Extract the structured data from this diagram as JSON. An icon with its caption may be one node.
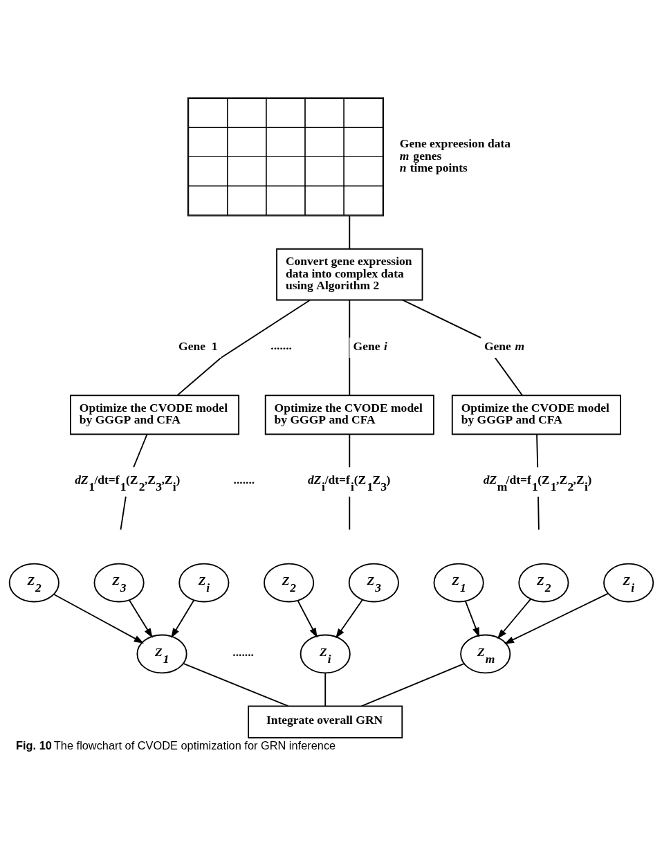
{
  "diagram": {
    "caption": "**Fig. 10** The flowchart of CVODE optimization for GRN inference",
    "nodes": [
      {
        "text": [],
        "shape": "table",
        "beside": [
          "Gene expreesion data",
          "*m* genes",
          "*n* time points"
        ]
      },
      {
        "text": [
          "Convert gene expression data into complex data using Algorithm 2"
        ]
      },
      {
        "text": [
          "Optimize the CVODE model by GGGP and CFA"
        ]
      },
      {
        "text": [
          "Optimize the CVODE model by GGGP and CFA"
        ]
      },
      {
        "text": [
          "Optimize the CVODE model by GGGP and CFA"
        ]
      },
      {
        "text": [
          "*dZ*$_{1}$/dt=f$_{1}$(Z$_{2}$,Z$_{3}$,Z$_{i}$)"
        ]
      },
      {
        "text": [
          "*dZ*$_{i}$/dt=f$_{i}$(Z$_{1}$Z$_{3}$)"
        ]
      },
      {
        "text": [
          "*dZ*$_{m}$/dt=f$_{1}$(Z$_{1}$,Z$_{2}$,Z$_{i}$)"
        ]
      },
      {
        "text": [
          "Z$_{2}$"
        ]
      },
      {
        "text": [
          "Z$_{3}$"
        ]
      },
      {
        "text": [
          "Z$_{i}$"
        ]
      },
      {
        "text": [
          "Z$_{1}$"
        ]
      },
      {
        "text": [
          "Z$_{2}$"
        ]
      },
      {
        "text": [
          "Z$_{3}$"
        ]
      },
      {
        "text": [
          "Z$_{i}$"
        ]
      },
      {
        "text": [
          "Z$_{1}$"
        ]
      },
      {
        "text": [
          "Z$_{2}$"
        ]
      },
      {
        "text": [
          "Z$_{i}$"
        ]
      },
      {
        "text": [
          "Z$_{m}$"
        ]
      },
      {
        "text": [
          "Integrate overall GRN"
        ]
      }
    ],
    "edges": [
      {
        "from": 0,
        "to": 1,
        "arrow": "none"
      },
      {
        "from": 1,
        "to": 2,
        "arrow": "none",
        "label": "Gene  1"
      },
      {
        "from": 1,
        "to": 3,
        "arrow": "none",
        "label": "Gene *i*"
      },
      {
        "from": 1,
        "to": 4,
        "arrow": "none",
        "label": "Gene *m*"
      },
      {
        "from": 2,
        "to": 5,
        "arrow": "none"
      },
      {
        "from": 3,
        "to": 6,
        "arrow": "none"
      },
      {
        "from": 4,
        "to": 7,
        "arrow": "none"
      },
      {
        "from": 5,
        "to": null,
        "arrow": "none"
      },
      {
        "from": 6,
        "to": null,
        "arrow": "none"
      },
      {
        "from": 7,
        "to": null,
        "arrow": "none"
      },
      {
        "from": 8,
        "to": 11,
        "arrow": "to"
      },
      {
        "from": 9,
        "to": 11,
        "arrow": "to"
      },
      {
        "from": 10,
        "to": 11,
        "arrow": "to"
      },
      {
        "from": 12,
        "to": 14,
        "arrow": "to"
      },
      {
        "from": 13,
        "to": 14,
        "arrow": "to"
      },
      {
        "from": 15,
        "to": 18,
        "arrow": "to"
      },
      {
        "from": 16,
        "to": 18,
        "arrow": "to"
      },
      {
        "from": 17,
        "to": 18,
        "arrow": "to"
      },
      {
        "from": 11,
        "to": 19,
        "arrow": "none"
      },
      {
        "from": 14,
        "to": 19,
        "arrow": "none"
      },
      {
        "from": 18,
        "to": 19,
        "arrow": "none"
      }
    ],
    "labels": [
      ".......",
      ".......",
      "......."
    ]
  }
}
